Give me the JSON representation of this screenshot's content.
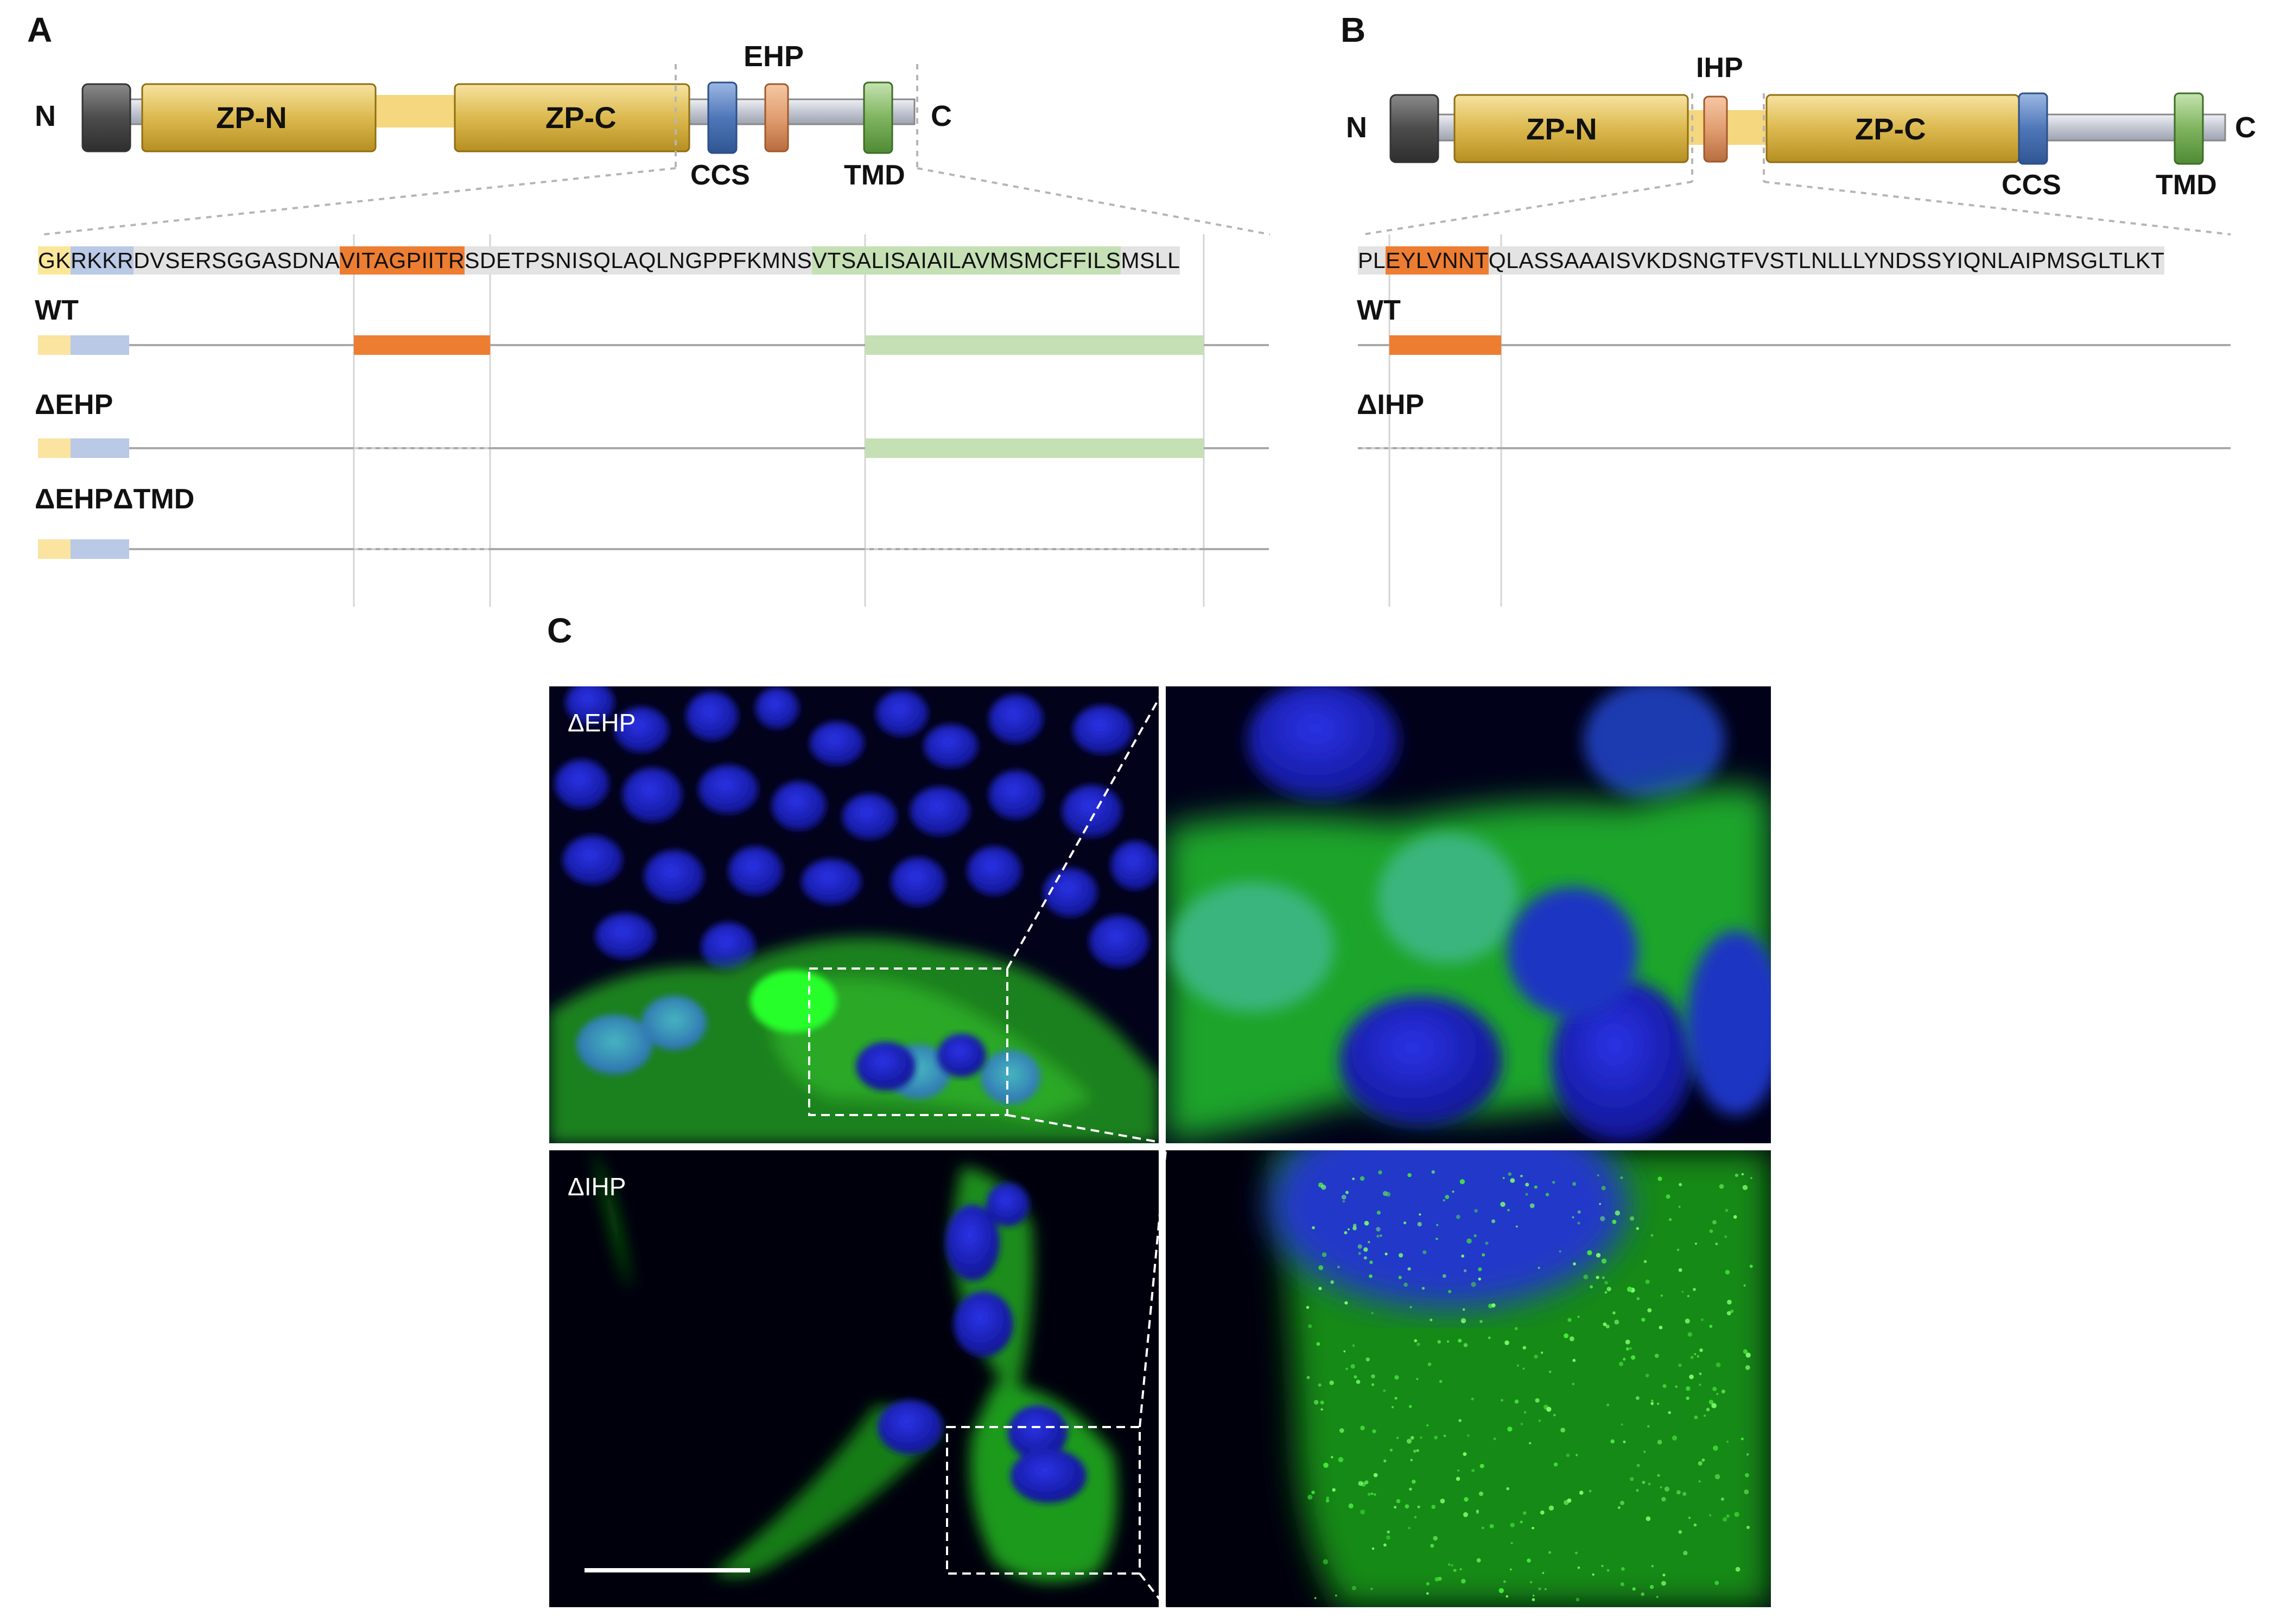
{
  "panels": {
    "a": {
      "letter": "A",
      "domain_labels": {
        "n": "N",
        "c": "C",
        "zpn": "ZP-N",
        "zpc": "ZP-C",
        "ehp": "EHP",
        "ccs": "CCS",
        "tmd": "TMD"
      },
      "sequence": [
        {
          "text": "GK",
          "color": "#fbe79a",
          "role": "cleavage-flank"
        },
        {
          "text": "RKKR",
          "color": "#b9c9e6",
          "role": "ccs"
        },
        {
          "text": "DVSERSGGASDNA",
          "color": "#e3e3e3",
          "role": "plain"
        },
        {
          "text": "VITAGPIITR",
          "color": "#ed7d31",
          "role": "ehp"
        },
        {
          "text": "SDETPSNISQLAQLNGPPFKMNS",
          "color": "#e3e3e3",
          "role": "plain"
        },
        {
          "text": "VTSALISAIAILAVMSMCFFILS",
          "color": "#c5e0b4",
          "role": "tmd"
        },
        {
          "text": "MSLL",
          "color": "#e3e3e3",
          "role": "plain"
        }
      ],
      "constructs": [
        {
          "name": "WT",
          "has_ehp": true,
          "has_tmd": true
        },
        {
          "name": "ΔEHP",
          "has_ehp": false,
          "has_tmd": true
        },
        {
          "name": "ΔEHPΔTMD",
          "has_ehp": false,
          "has_tmd": false
        }
      ]
    },
    "b": {
      "letter": "B",
      "domain_labels": {
        "n": "N",
        "c": "C",
        "zpn": "ZP-N",
        "zpc": "ZP-C",
        "ihp": "IHP",
        "ccs": "CCS",
        "tmd": "TMD"
      },
      "sequence": [
        {
          "text": "PL",
          "color": "#e3e3e3",
          "role": "plain"
        },
        {
          "text": "EYLVNNT",
          "color": "#ed7d31",
          "role": "ihp"
        },
        {
          "text": "QLASSAAAISVKDSNGTFVSTLNLLLYNDSSYIQNLAIPMSGLTLKT",
          "color": "#e3e3e3",
          "role": "plain"
        }
      ],
      "constructs": [
        {
          "name": "WT",
          "has_ihp": true
        },
        {
          "name": "ΔIHP",
          "has_ihp": false
        }
      ]
    },
    "c": {
      "letter": "C",
      "images": [
        {
          "label": "ΔEHP"
        },
        {
          "label": "ΔIHP"
        }
      ]
    }
  },
  "colors": {
    "zp_domain": "#d8b54a",
    "linker": "#f4d77e",
    "stalk": "#c9ccd6",
    "signal": "#555555",
    "ccs": "#4f77b8",
    "hydrophobic_patch": "#ed7d31",
    "tmd": "#70ad47",
    "nucleus": "#1d22c8",
    "gfp": "#27c22b"
  }
}
